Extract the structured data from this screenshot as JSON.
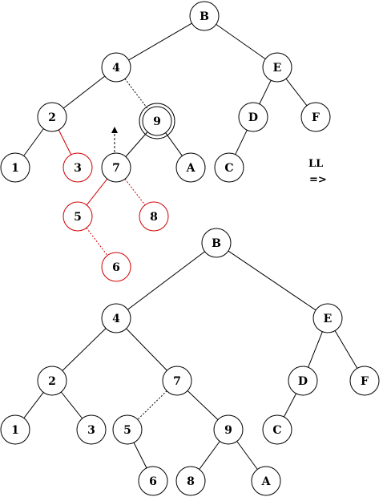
{
  "colors": {
    "normal": "#000000",
    "highlight": "#d00000"
  },
  "operation": {
    "name": "LL",
    "arrow": "=>"
  },
  "trees": [
    {
      "id": "before",
      "nodes": [
        {
          "id": "B",
          "label": "B"
        },
        {
          "id": "4",
          "label": "4"
        },
        {
          "id": "E",
          "label": "E"
        },
        {
          "id": "2",
          "label": "2"
        },
        {
          "id": "9",
          "label": "9",
          "marked": true
        },
        {
          "id": "D",
          "label": "D"
        },
        {
          "id": "F",
          "label": "F"
        },
        {
          "id": "1",
          "label": "1"
        },
        {
          "id": "3",
          "label": "3",
          "highlight": true
        },
        {
          "id": "7",
          "label": "7"
        },
        {
          "id": "A",
          "label": "A"
        },
        {
          "id": "C",
          "label": "C"
        },
        {
          "id": "5",
          "label": "5",
          "highlight": true
        },
        {
          "id": "8",
          "label": "8",
          "highlight": true
        },
        {
          "id": "6",
          "label": "6",
          "highlight": true
        }
      ],
      "edges": [
        {
          "from": "B",
          "to": "4"
        },
        {
          "from": "B",
          "to": "E"
        },
        {
          "from": "4",
          "to": "2"
        },
        {
          "from": "4",
          "to": "9",
          "dotted": true
        },
        {
          "from": "E",
          "to": "D"
        },
        {
          "from": "E",
          "to": "F"
        },
        {
          "from": "2",
          "to": "1"
        },
        {
          "from": "2",
          "to": "3",
          "highlight": true
        },
        {
          "from": "9",
          "to": "7"
        },
        {
          "from": "9",
          "to": "A"
        },
        {
          "from": "D",
          "to": "C"
        },
        {
          "from": "7",
          "to": "5",
          "highlight": true
        },
        {
          "from": "7",
          "to": "8",
          "highlight": true,
          "dotted": true
        },
        {
          "from": "5",
          "to": "6",
          "highlight": true,
          "dotted": true
        }
      ]
    },
    {
      "id": "after",
      "nodes": [
        {
          "id": "B",
          "label": "B"
        },
        {
          "id": "4",
          "label": "4"
        },
        {
          "id": "E",
          "label": "E"
        },
        {
          "id": "2",
          "label": "2"
        },
        {
          "id": "7",
          "label": "7"
        },
        {
          "id": "D",
          "label": "D"
        },
        {
          "id": "F",
          "label": "F"
        },
        {
          "id": "1",
          "label": "1"
        },
        {
          "id": "3",
          "label": "3"
        },
        {
          "id": "5",
          "label": "5"
        },
        {
          "id": "9",
          "label": "9"
        },
        {
          "id": "C",
          "label": "C"
        },
        {
          "id": "6",
          "label": "6"
        },
        {
          "id": "8",
          "label": "8"
        },
        {
          "id": "A",
          "label": "A"
        }
      ],
      "edges": [
        {
          "from": "B",
          "to": "4"
        },
        {
          "from": "B",
          "to": "E"
        },
        {
          "from": "4",
          "to": "2"
        },
        {
          "from": "4",
          "to": "7"
        },
        {
          "from": "E",
          "to": "D"
        },
        {
          "from": "E",
          "to": "F"
        },
        {
          "from": "2",
          "to": "1"
        },
        {
          "from": "2",
          "to": "3"
        },
        {
          "from": "7",
          "to": "5",
          "dotted": true
        },
        {
          "from": "7",
          "to": "9"
        },
        {
          "from": "D",
          "to": "C"
        },
        {
          "from": "5",
          "to": "6"
        },
        {
          "from": "9",
          "to": "8"
        },
        {
          "from": "9",
          "to": "A"
        }
      ]
    }
  ]
}
